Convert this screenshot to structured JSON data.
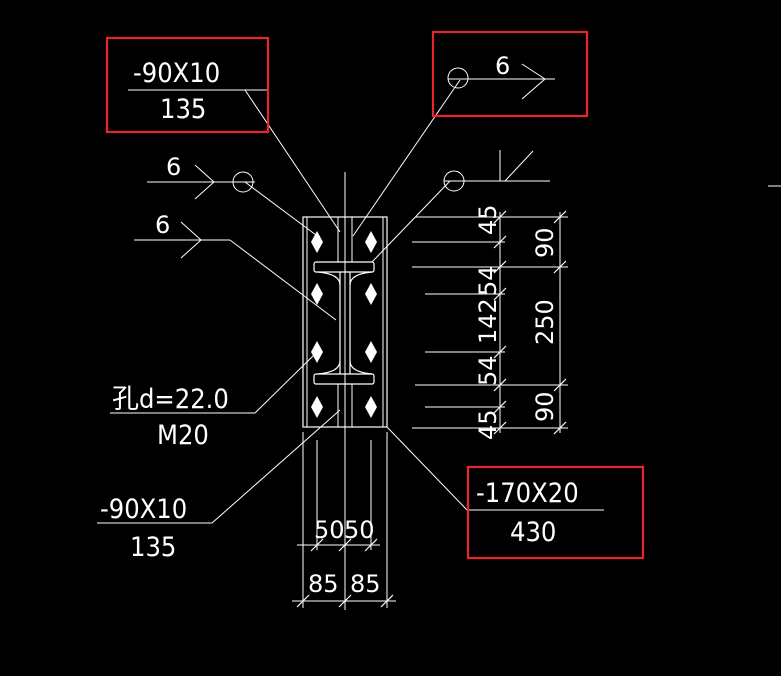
{
  "labels": {
    "top_left_plate": "-90X10",
    "top_left_length": "135",
    "weld_size_1": "6",
    "weld_size_2": "6",
    "weld_size_3": "6",
    "bolt_hole": "孔d=22.0",
    "bolt_spec": "M20",
    "bottom_left_plate": "-90X10",
    "bottom_left_length": "135",
    "bottom_right_plate": "-170X20",
    "bottom_right_length": "430"
  },
  "dimensions": {
    "right_inner": [
      "45",
      "54",
      "142",
      "54",
      "45"
    ],
    "right_outer": [
      "90",
      "250",
      "90"
    ],
    "bottom_inner": [
      "50",
      "50"
    ],
    "bottom_outer": [
      "85",
      "85"
    ]
  },
  "highlight_color": "#e8262a"
}
